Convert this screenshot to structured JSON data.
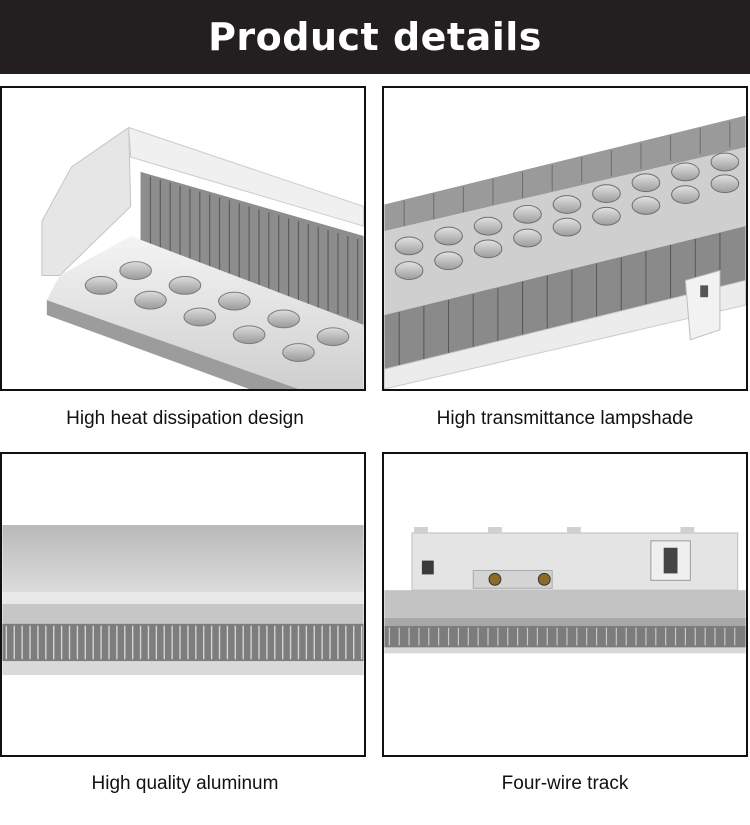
{
  "header": {
    "title": "Product details"
  },
  "panels": [
    {
      "caption": "High heat dissipation design"
    },
    {
      "caption": "High transmittance lampshade"
    },
    {
      "caption": "High quality aluminum"
    },
    {
      "caption": "Four-wire track"
    }
  ],
  "colors": {
    "header_bg": "#231f20",
    "header_text": "#ffffff",
    "border": "#111111"
  }
}
